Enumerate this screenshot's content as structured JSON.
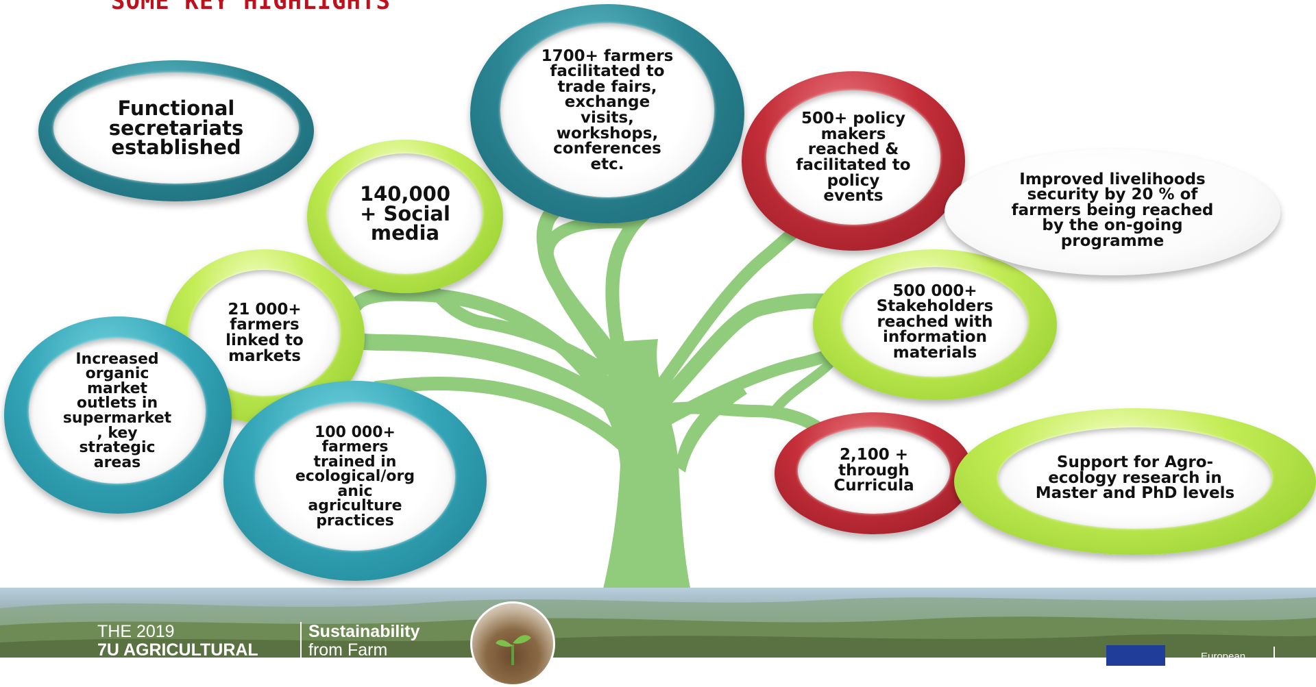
{
  "slide": {
    "title": "SOME KEY HIGHLIGHTS"
  },
  "bubbles": {
    "secretariats": "Functional\nsecretariats\nestablished",
    "social_media": "140,000\n+ Social\nmedia",
    "trade_fairs": "1700+ farmers\nfacilitated to\ntrade fairs,\nexchange\nvisits,\nworkshops,\nconferences\netc.",
    "policy_makers": "500+ policy\nmakers\nreached &\nfacilitated to\npolicy\nevents",
    "livelihoods": "Improved livelihoods\nsecurity by 20 % of\nfarmers being reached\nby the on-going\nprogramme",
    "markets": "21 000+\nfarmers\nlinked to\nmarkets",
    "stakeholders": "500 000+\nStakeholders\nreached with\ninformation\nmaterials",
    "organic_outlets": "Increased\norganic\nmarket\noutlets in\nsupermarket\n, key\nstrategic\nareas",
    "trained": "100 000+\nfarmers\ntrained in\necological/org\nanic\nagriculture\npractices",
    "curricula": "2,100 +\nthrough\nCurricula",
    "research": "Support for Agro-\necology research in\nMaster and PhD levels"
  },
  "footer": {
    "line1": "THE 2019",
    "line2": "7U AGRICULTURAL",
    "line3": "Sustainability",
    "line4": "from Farm",
    "eu_label": "European"
  },
  "colors": {
    "title": "#c0101b",
    "tree": "#90cc7c",
    "teal": "#2a8593",
    "cyan": "#34a6b8",
    "lime": "#b6e24a",
    "red": "#c42e39"
  }
}
